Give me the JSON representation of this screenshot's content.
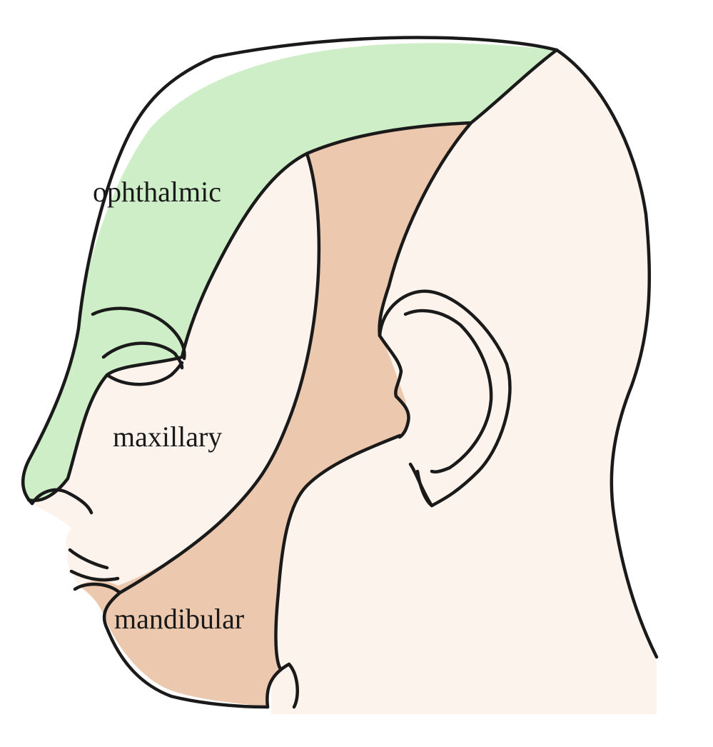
{
  "regions": [
    {
      "id": "ophthalmic",
      "label": "ophthalmic",
      "color": "#cdeec6"
    },
    {
      "id": "maxillary",
      "label": "maxillary",
      "color": "#fcf3ec"
    },
    {
      "id": "mandibular",
      "label": "mandibular",
      "color": "#ecc8ae"
    }
  ],
  "skin_color": "#fcf3ec",
  "outline_color": "#1a1a1a"
}
